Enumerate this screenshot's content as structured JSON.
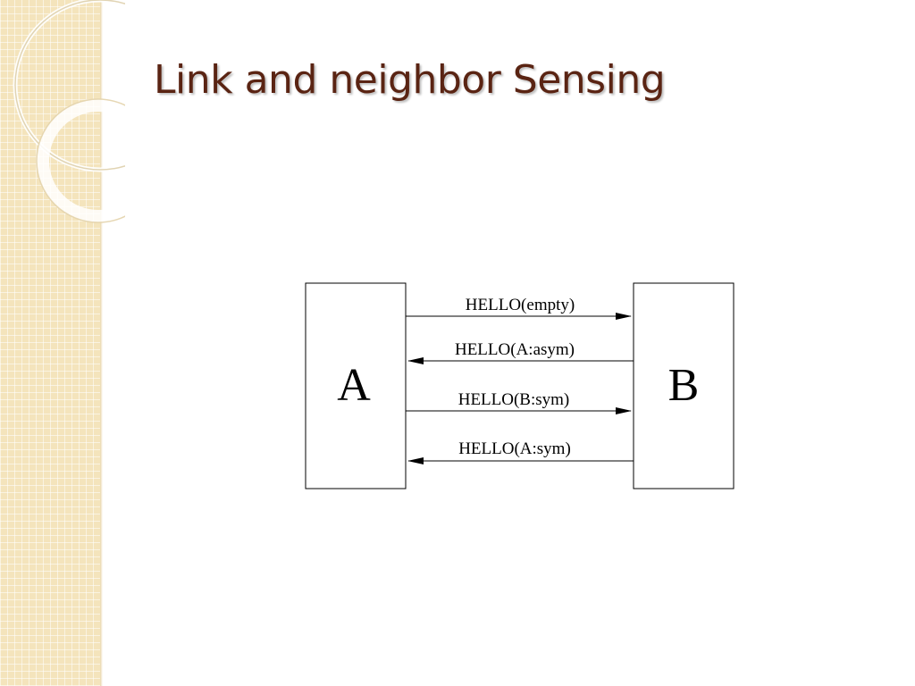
{
  "slide": {
    "title": "Link and neighbor Sensing"
  },
  "diagram": {
    "nodes": [
      {
        "id": "A",
        "label": "A"
      },
      {
        "id": "B",
        "label": "B"
      }
    ],
    "messages": [
      {
        "label": "HELLO(empty)",
        "from": "A",
        "to": "B"
      },
      {
        "label": "HELLO(A:asym)",
        "from": "B",
        "to": "A"
      },
      {
        "label": "HELLO(B:sym)",
        "from": "A",
        "to": "B"
      },
      {
        "label": "HELLO(A:sym)",
        "from": "B",
        "to": "A"
      }
    ]
  },
  "theme": {
    "title_color": "#5a2413",
    "band_color": "#f4e4bc",
    "line_color": "#000000"
  }
}
